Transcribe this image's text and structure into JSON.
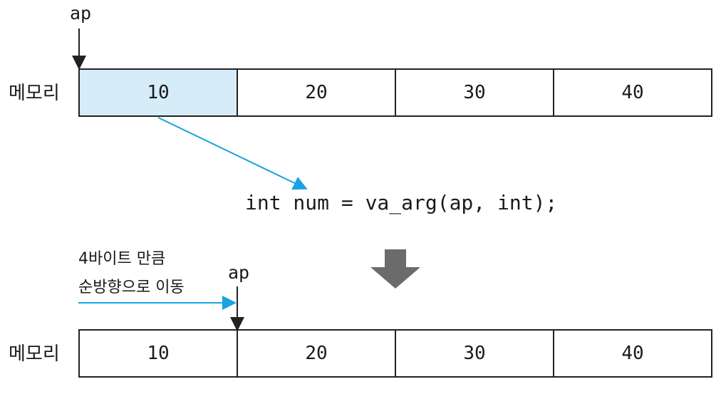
{
  "top": {
    "pointer_label": "ap",
    "memory_label": "메모리",
    "cells": [
      "10",
      "20",
      "30",
      "40"
    ],
    "highlight_index": 0
  },
  "code_line": "int num = va_arg(ap, int);",
  "bottom": {
    "note_line1": "4바이트 만큼",
    "note_line2": "순방향으로 이동",
    "pointer_label": "ap",
    "memory_label": "메모리",
    "cells": [
      "10",
      "20",
      "30",
      "40"
    ]
  },
  "colors": {
    "highlight": "#d6ecf9",
    "accent_arrow": "#1aa3e0",
    "big_arrow": "#6b6b6b",
    "border": "#222222"
  }
}
